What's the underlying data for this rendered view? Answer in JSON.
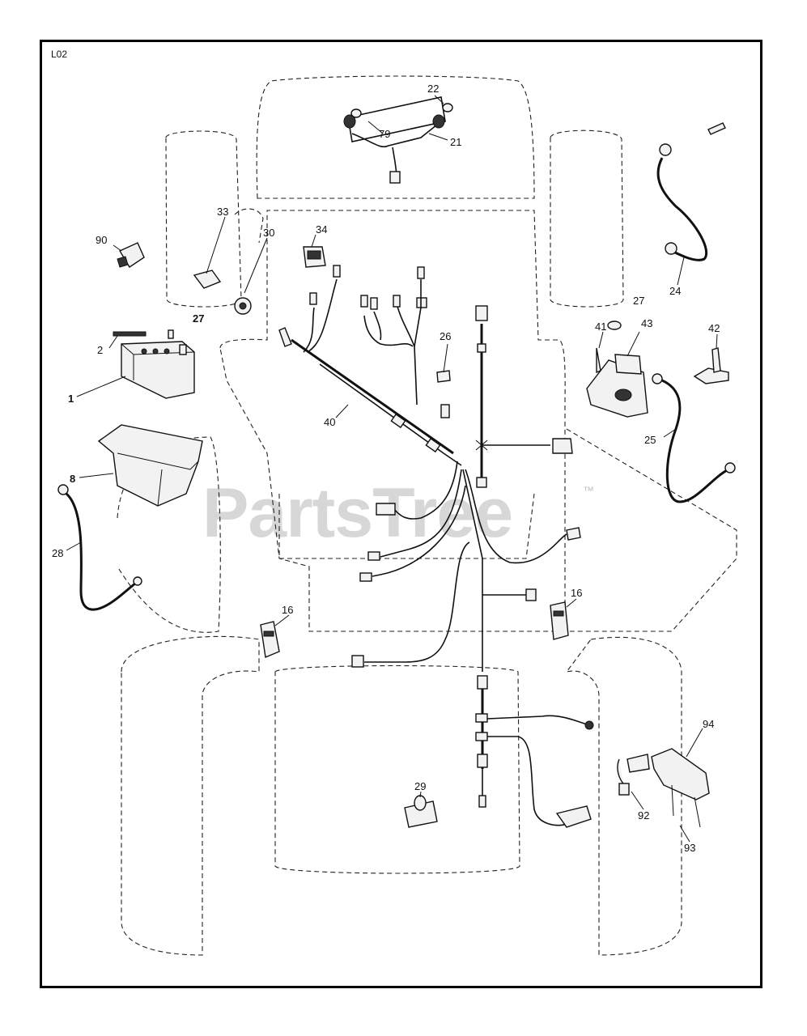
{
  "page_code": "L02",
  "watermark": "PartsTree",
  "trademark": "™",
  "callouts": {
    "c1": "1",
    "c2": "2",
    "c8": "8",
    "c16a": "16",
    "c16b": "16",
    "c21": "21",
    "c22": "22",
    "c24": "24",
    "c25": "25",
    "c26": "26",
    "c27a": "27",
    "c27b": "27",
    "c28": "28",
    "c29": "29",
    "c30": "30",
    "c33": "33",
    "c34": "34",
    "c40": "40",
    "c41": "41",
    "c42": "42",
    "c43": "43",
    "c79": "79",
    "c90": "90",
    "c92": "92",
    "c93": "93",
    "c94": "94"
  }
}
